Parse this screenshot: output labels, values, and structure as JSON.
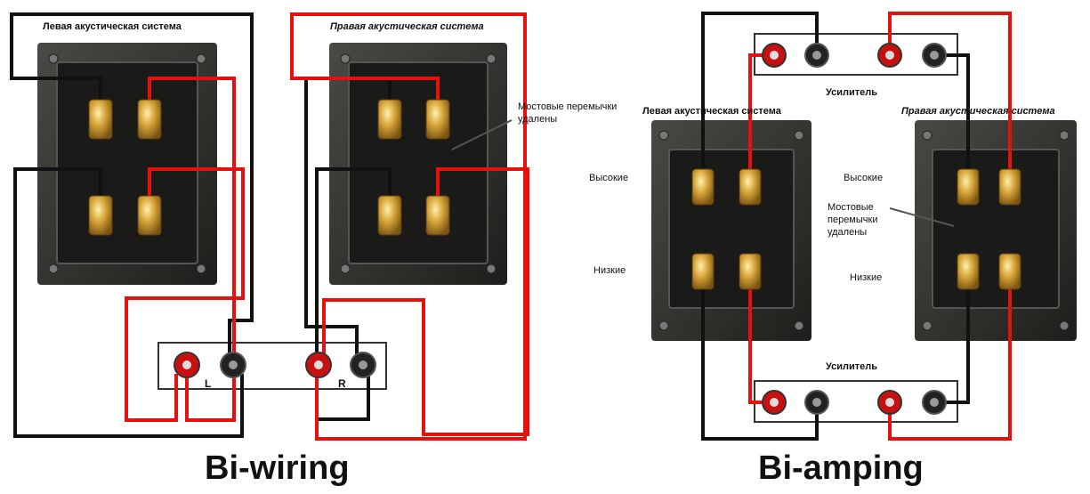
{
  "biwiring": {
    "left_speaker": "Левая акустическая система",
    "right_speaker": "Правая акустическая система",
    "jumpers_note": "Мостовые перемычки\nудалены",
    "channel_left": "L",
    "channel_right": "R",
    "caption": "Bi-wiring"
  },
  "biamping": {
    "amp_top": "Усилитель",
    "amp_bottom": "Усилитель",
    "left_speaker": "Левая акустическая система",
    "right_speaker": "Правая акустическая система",
    "high_left": "Высокие",
    "low_left": "Низкие",
    "high_right": "Высокие",
    "low_right": "Низкие",
    "jumpers_note": "Мостовые\nперемычки\nудалены",
    "caption": "Bi-amping"
  },
  "colors": {
    "wire_red": "#e8100f",
    "wire_black": "#111111",
    "terminal_plate": "#2b2b28",
    "terminal_gold": "#d4a22e"
  }
}
